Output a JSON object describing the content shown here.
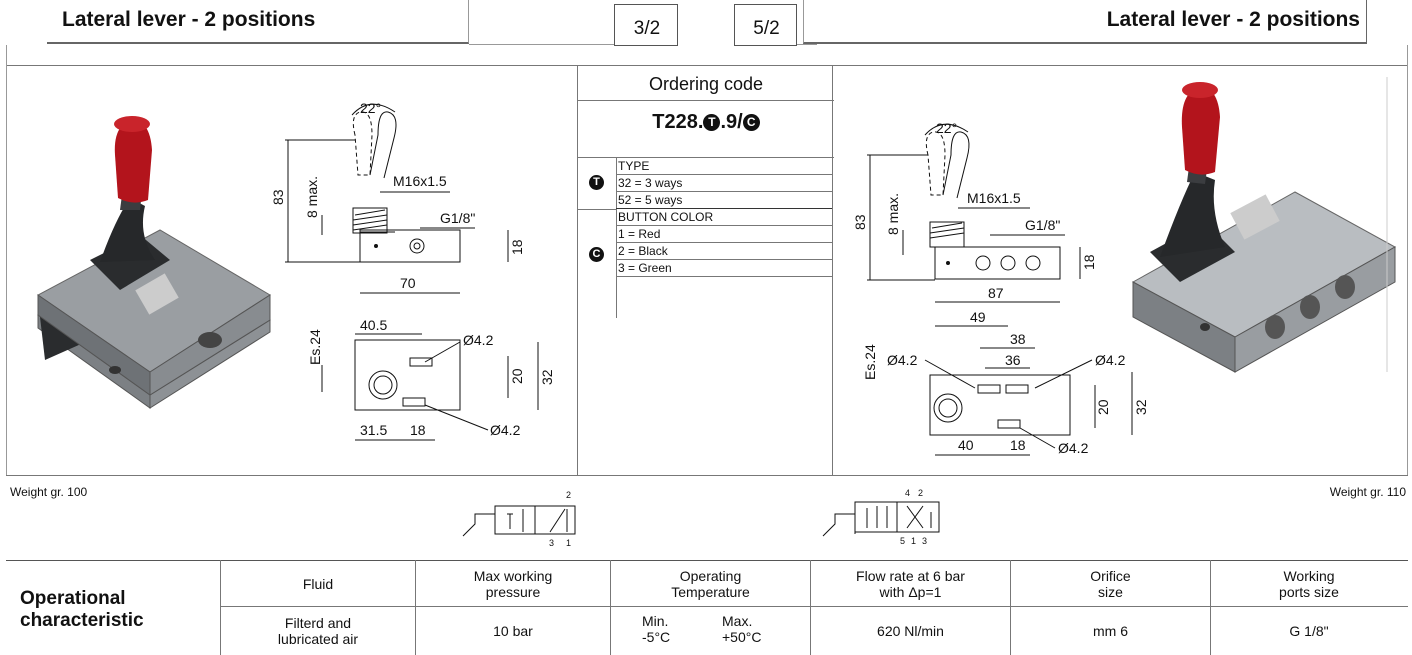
{
  "header": {
    "left_title": "Lateral lever - 2 positions",
    "right_title": "Lateral lever - 2 positions",
    "tab_3_2": "3/2",
    "tab_5_2": "5/2"
  },
  "ordering": {
    "heading": "Ordering code",
    "code_prefix": "T228.",
    "code_mid": ".9/",
    "type_symbol": "T",
    "color_symbol": "C",
    "type_label": "TYPE",
    "type_options": [
      "32 = 3 ways",
      "52 = 5 ways"
    ],
    "color_label": "BUTTON COLOR",
    "color_options": [
      "1 = Red",
      "2 = Black",
      "3 = Green"
    ]
  },
  "drawing_left": {
    "angle": "22°",
    "height": "83",
    "max": "8 max.",
    "thread": "M16x1.5",
    "port": "G1/8\"",
    "h18": "18",
    "w70": "70",
    "d405": "40.5",
    "es": "Es.24",
    "hole_top": "Ø4.2",
    "hole_bottom": "Ø4.2",
    "h20": "20",
    "h32": "32",
    "d315": "31.5",
    "d18": "18"
  },
  "drawing_right": {
    "angle": "22°",
    "height": "83",
    "max": "8 max.",
    "thread": "M16x1.5",
    "port": "G1/8\"",
    "h18": "18",
    "w87": "87",
    "d49": "49",
    "d38": "38",
    "d36": "36",
    "es": "Es.24",
    "hole_left": "Ø4.2",
    "hole_right": "Ø4.2",
    "hole_bottom": "Ø4.2",
    "h20": "20",
    "h32": "32",
    "d40": "40",
    "d18": "18"
  },
  "weights": {
    "left": "Weight gr. 100",
    "right": "Weight gr. 110"
  },
  "symbols": {
    "left_ports": [
      "2",
      "3",
      "1"
    ],
    "right_ports": [
      "4",
      "2",
      "5",
      "1",
      "3"
    ]
  },
  "table": {
    "row_label": "Operational characteristic",
    "headers": [
      "Fluid",
      "Max working pressure",
      "Operating Temperature",
      "Flow rate at 6 bar with Δp=1",
      "Orifice size",
      "Working ports size"
    ],
    "values": {
      "fluid": "Filterd and lubricated air",
      "pressure": "10 bar",
      "temp_min_label": "Min.",
      "temp_min": "-5°C",
      "temp_max_label": "Max.",
      "temp_max": "+50°C",
      "flow": "620 Nl/min",
      "orifice": "mm 6",
      "ports": "G 1/8\""
    }
  },
  "colors": {
    "knob_red": "#b3141c",
    "body_gray": "#9a9ea2",
    "rubber": "#2a2c2e"
  }
}
